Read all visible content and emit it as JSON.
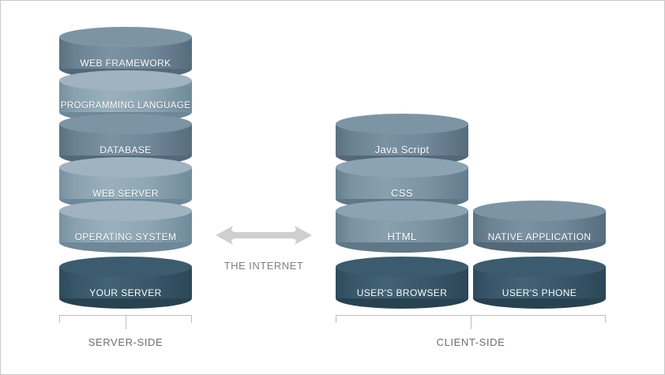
{
  "diagram": {
    "title": "Server-side and client-side web stack diagram",
    "background_color": "#ffffff",
    "border_color": "#c8c8c8",
    "arrow": {
      "icon": "double-headed-arrow-icon",
      "color": "#cfcfcf",
      "label": "THE INTERNET",
      "label_color": "#808080"
    },
    "groups": [
      {
        "id": "server-side",
        "label": "SERVER-SIDE",
        "label_color": "#6e6e6e"
      },
      {
        "id": "client-side",
        "label": "CLIENT-SIDE",
        "label_color": "#6e6e6e"
      }
    ],
    "stacks": [
      {
        "id": "server-stack",
        "group": "server-side",
        "layers": [
          {
            "label": "WEB FRAMEWORK",
            "shade": "dark",
            "color": "#7b92a2"
          },
          {
            "label": "PROGRAMMING LANGUAGE",
            "shade": "light",
            "color": "#9ab0bd"
          },
          {
            "label": "DATABASE",
            "shade": "dark",
            "color": "#7b92a2"
          },
          {
            "label": "WEB SERVER",
            "shade": "light",
            "color": "#9ab0bd"
          },
          {
            "label": "OPERATING SYSTEM",
            "shade": "light",
            "color": "#9ab0bd"
          },
          {
            "label": "YOUR SERVER",
            "shade": "base",
            "color": "#426275"
          }
        ]
      },
      {
        "id": "browser-stack",
        "group": "client-side",
        "layers": [
          {
            "label": "Java Script",
            "shade": "dark",
            "color": "#7b92a2"
          },
          {
            "label": "CSS",
            "shade": "mid",
            "color": "#89a0af"
          },
          {
            "label": "HTML",
            "shade": "mid",
            "color": "#89a0af"
          },
          {
            "label": "USER'S BROWSER",
            "shade": "base",
            "color": "#426275"
          }
        ]
      },
      {
        "id": "phone-stack",
        "group": "client-side",
        "layers": [
          {
            "label": "NATIVE APPLICATION",
            "shade": "dark",
            "color": "#7b92a2"
          },
          {
            "label": "USER'S PHONE",
            "shade": "base",
            "color": "#426275"
          }
        ]
      }
    ]
  }
}
